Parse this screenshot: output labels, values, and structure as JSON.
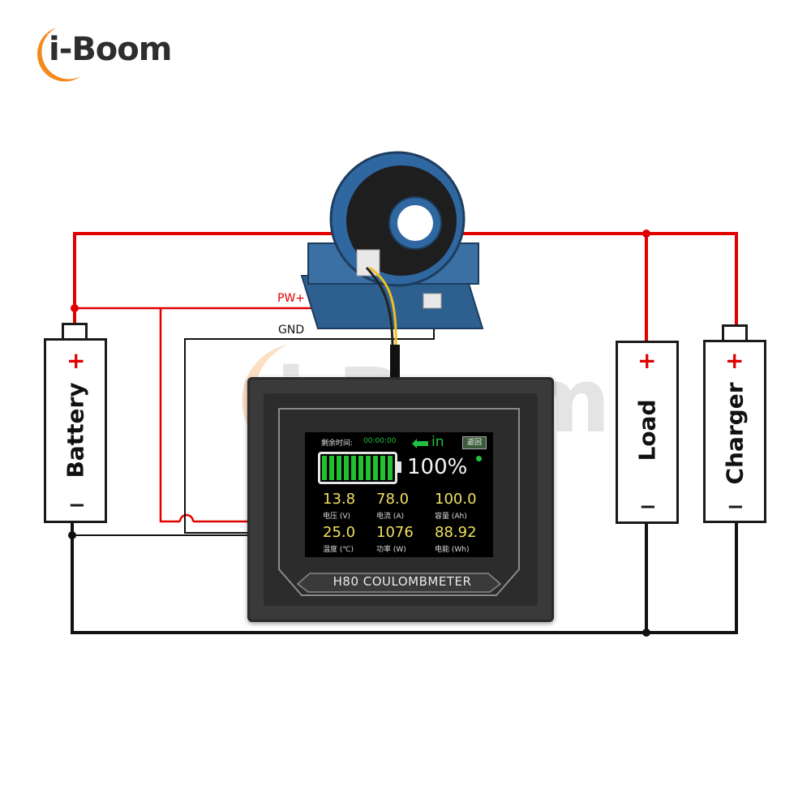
{
  "brand": {
    "logo_text": "i-Boom",
    "watermark_text": "i-Boom",
    "accent": "#f28a1c"
  },
  "wires": {
    "pw_label": "PW+",
    "gnd_label": "GND",
    "positive_color": "#e00000",
    "negative_color": "#111111"
  },
  "components": {
    "battery": {
      "name": "Battery",
      "plus": "+",
      "minus": "−"
    },
    "load": {
      "name": "Load",
      "plus": "+",
      "minus": "−"
    },
    "charger": {
      "name": "Charger",
      "plus": "+",
      "minus": "−"
    }
  },
  "meter": {
    "model_label": "H80  COULOMBMETER",
    "screen": {
      "remaining_label": "剩余时间:",
      "remaining_time": "00:00:00",
      "direction": "in",
      "back_button": "返回",
      "battery_percent": "100%",
      "battery_level": 1.0,
      "readings": [
        {
          "value": "13.8",
          "label": "电压 (V)"
        },
        {
          "value": "78.0",
          "label": "电流 (A)"
        },
        {
          "value": "100.0",
          "label": "容量 (Ah)"
        },
        {
          "value": "25.0",
          "label": "温度 (℃)"
        },
        {
          "value": "1076",
          "label": "功率 (W)"
        },
        {
          "value": "88.92",
          "label": "电能 (Wh)"
        }
      ]
    }
  }
}
